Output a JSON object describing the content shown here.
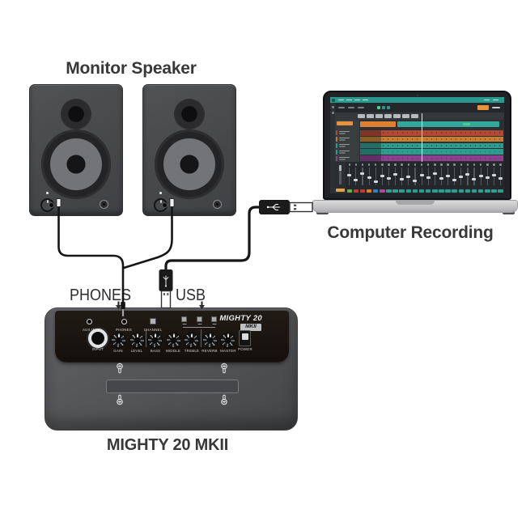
{
  "captions": {
    "monitor_speaker": "Monitor Speaker",
    "computer_recording": "Computer Recording",
    "amp": "MIGHTY 20 MKII"
  },
  "connection_labels": {
    "phones": "PHONES",
    "usb": "USB"
  },
  "amp": {
    "brand": "MIGHTY 20",
    "badge": "MKII",
    "input": "INPUT",
    "top_jacks": [
      "AUX IN",
      "PHONES",
      "CHANNEL"
    ],
    "knobs": [
      "GAIN",
      "LEVEL",
      "BASS",
      "MIDDLE",
      "TREBLE",
      "REVERB",
      "MASTER"
    ],
    "power": "POWER"
  },
  "laptop": {
    "daw": {
      "menubar_color": "#2a9a8e",
      "toolbar_accent": "#e8923a",
      "group_clip_colors": [
        "#df8030",
        "#35a79a"
      ],
      "track_colors": [
        "#b04a36",
        "#c87e2e",
        "#2f9c90",
        "#2f9c90",
        "#8e4090"
      ],
      "channel_chip_colors": [
        "#6fae3f",
        "#c23b2e",
        "#c23b2e",
        "#e07b2a",
        "#2f7fc1",
        "#b3449a",
        "#2e9c90",
        "#2e9c90",
        "#2e9c90",
        "#2e9c90",
        "#2e9c90",
        "#2e9c90",
        "#2e9c90",
        "#2e9c90",
        "#2e9c90",
        "#2e9c90",
        "#2e9c90",
        "#2e9c90",
        "#2e9c90",
        "#2e9c90",
        "#2e9c90",
        "#2e9c90",
        "#2e9c90",
        "#2e9c90"
      ],
      "master_chip_color": "#e8a33d"
    }
  },
  "colors": {
    "cable": "#161616",
    "speaker_body": "#48494b",
    "amp_body": "#545557",
    "amp_panel": "#1a1511",
    "label_text": "#383838"
  }
}
